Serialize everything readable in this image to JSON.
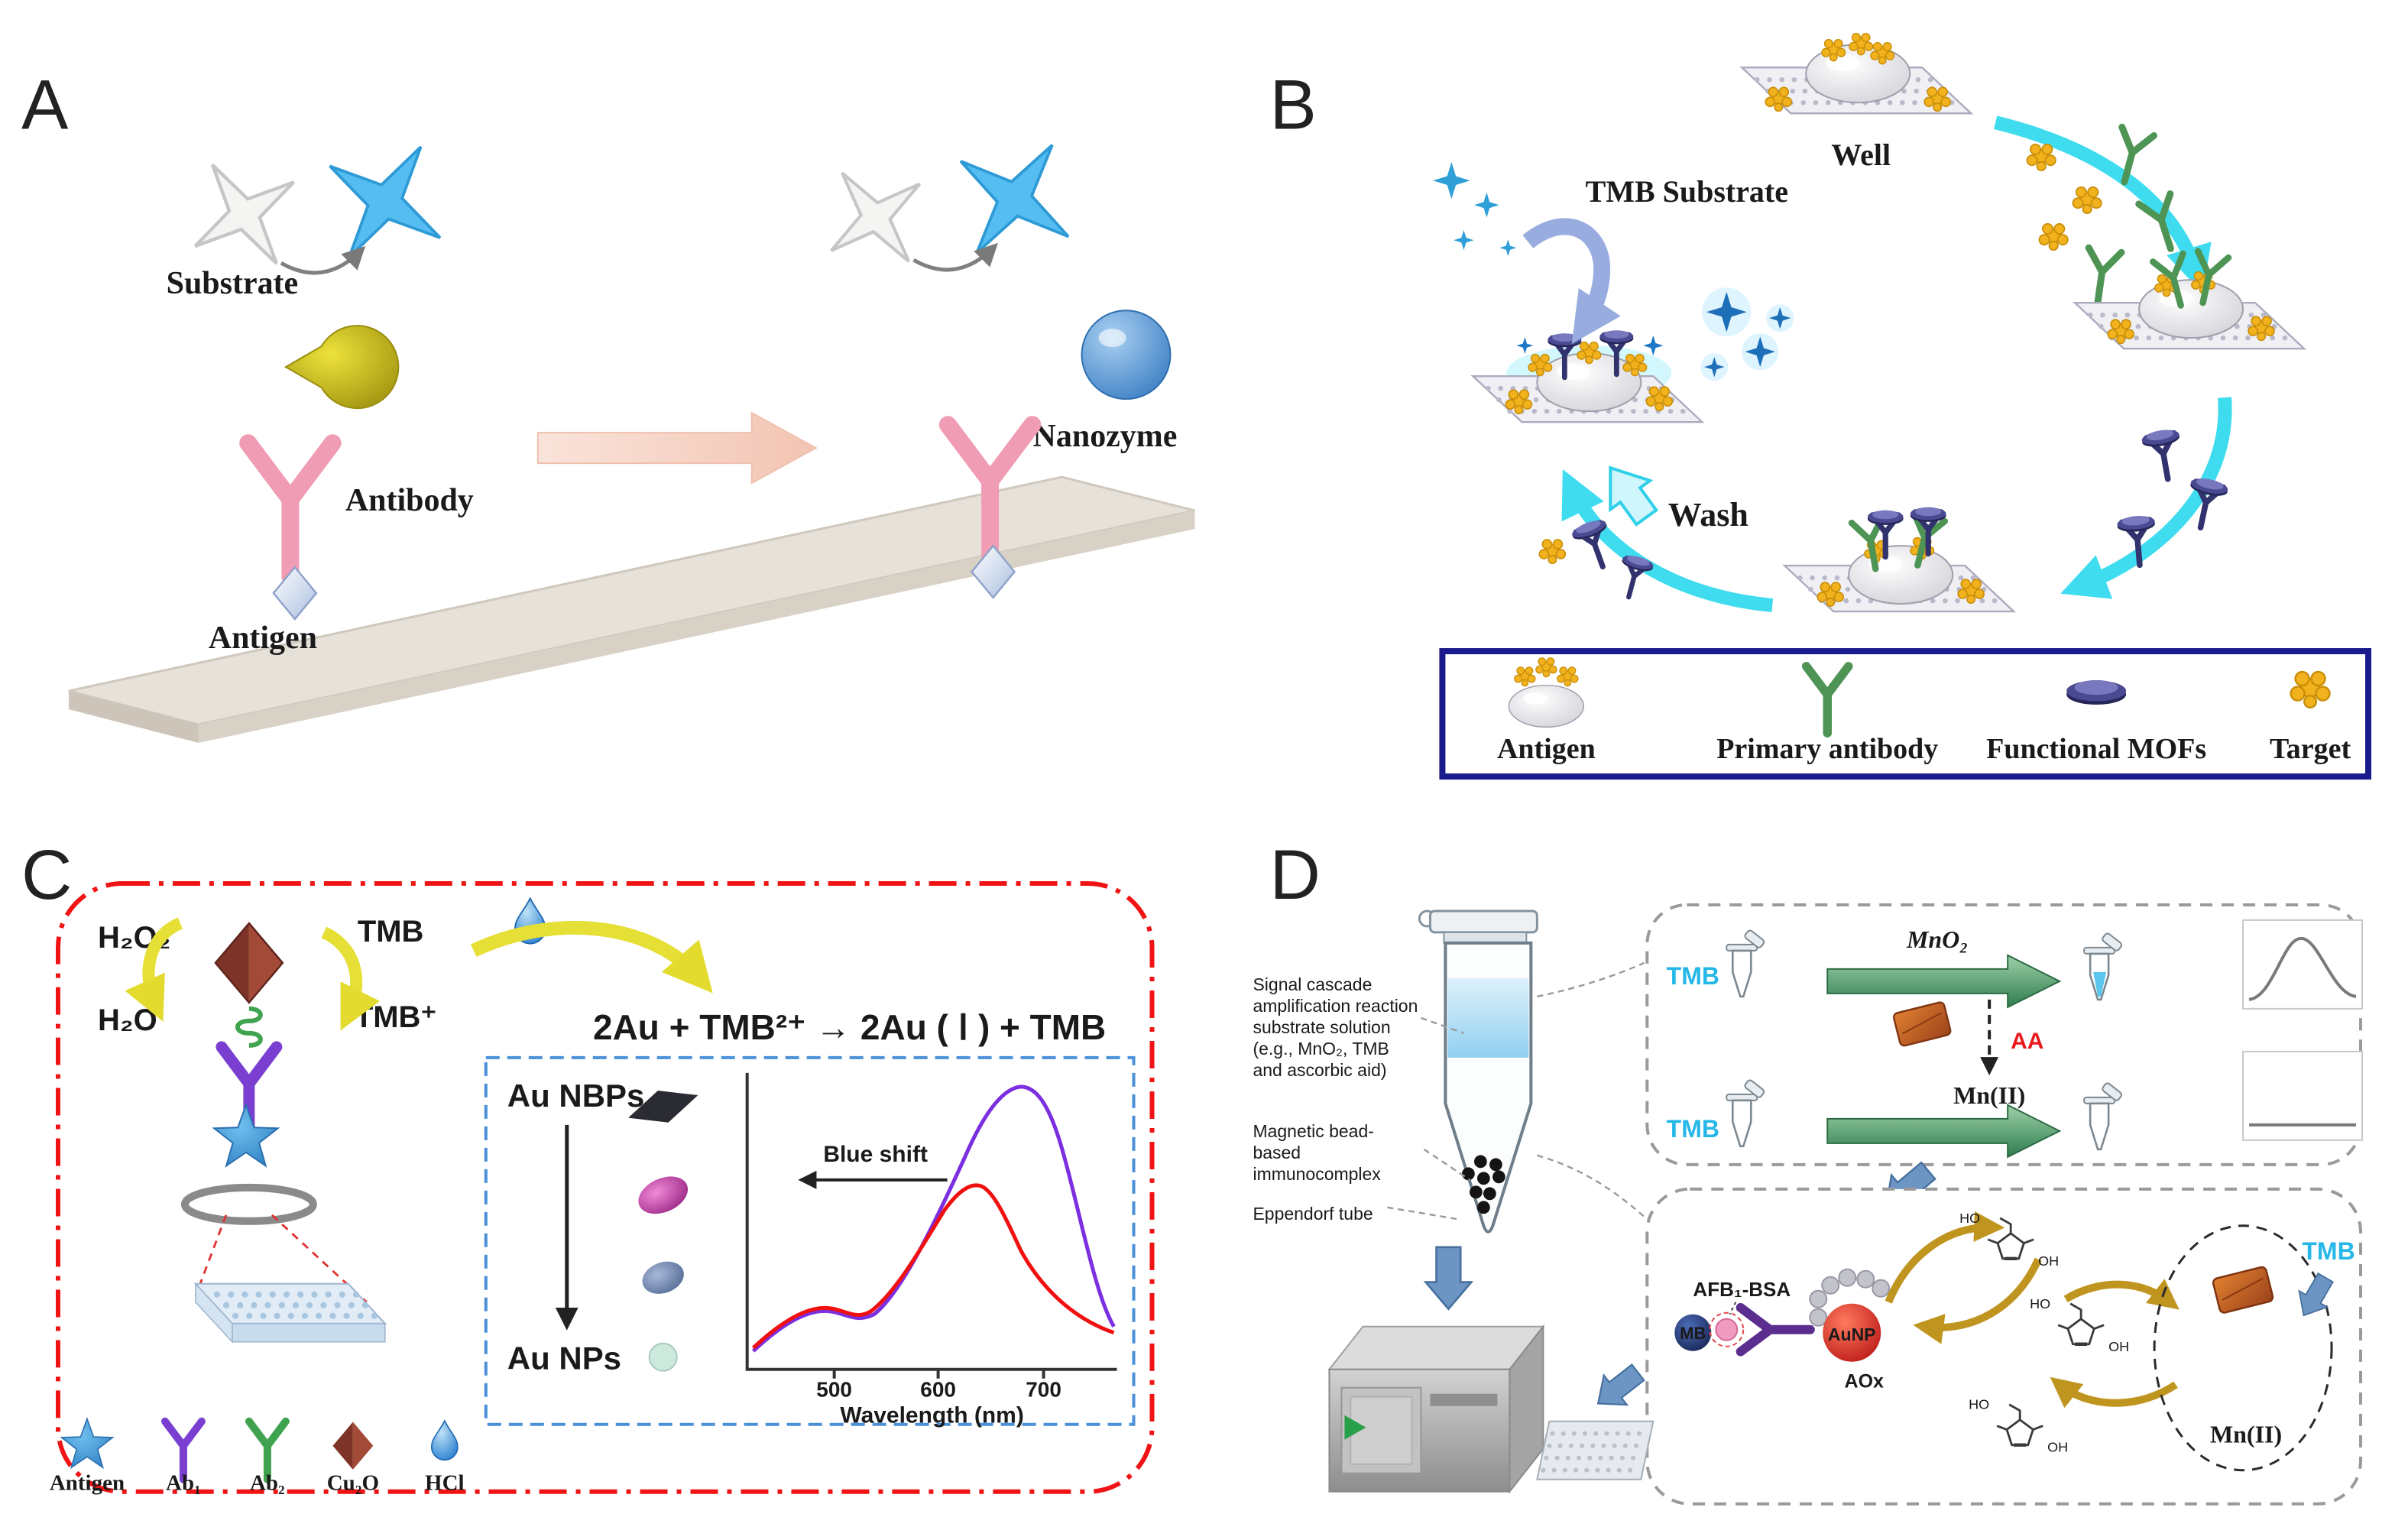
{
  "a": {
    "letter": "A",
    "substrate": "Substrate",
    "antibody": "Antibody",
    "antigen": "Antigen",
    "nanozyme": "Nanozyme"
  },
  "b": {
    "letter": "B",
    "well": "Well",
    "tmb_substrate": "TMB Substrate",
    "wash": "Wash",
    "legend_antigen": "Antigen",
    "legend_primary": "Primary antibody",
    "legend_mofs": "Functional MOFs",
    "legend_target": "Target"
  },
  "c": {
    "letter": "C",
    "h2o2": "H₂O₂",
    "tmb": "TMB",
    "h2o": "H₂O",
    "tmbp": "TMB⁺",
    "equation": "2Au + TMB²⁺ → 2Au ( Ⅰ ) + TMB",
    "au_nbps": "Au NBPs",
    "au_nps": "Au NPs",
    "blue_shift": "Blue shift",
    "xlabel": "Wavelength (nm)",
    "t500": "500",
    "t600": "600",
    "t700": "700",
    "leg_antigen": "Antigen",
    "leg_ab1": "Ab₁",
    "leg_ab2": "Ab₂",
    "leg_cu2o": "Cu₂O",
    "leg_hcl": "HCl"
  },
  "d": {
    "letter": "D",
    "sig1": "Signal cascade",
    "sig2": "amplification reaction",
    "sig3": "substrate solution",
    "sig4": "(e.g., MnO₂, TMB",
    "sig5": "and ascorbic aid)",
    "mag1": "Magnetic bead-",
    "mag2": "based",
    "mag3": "immunocomplex",
    "epp": "Eppendorf tube",
    "tmb": "TMB",
    "mno2": "MnO₂",
    "aa": "AA",
    "mn2": "Mn(II)",
    "afb": "AFB₁-BSA",
    "mb": "MB",
    "aunp": "AuNP",
    "aox": "AOx",
    "ho": "HO",
    "oh": "OH"
  },
  "colors": {
    "tmb_text": "#25B7E8",
    "aa_text": "#E8191C",
    "cycle_arrow_cyan": "#3FDCEF",
    "panel_c_border_red": "#F01414",
    "legend_border_navy": "#1A1A8C",
    "nbps_curve_purple": "#7B2FE0",
    "nps_curve_red": "#F01010",
    "gold_target": "#F2B21D",
    "green_arrow": "#2E7D4F"
  },
  "chart_data": {
    "type": "line",
    "title": "",
    "xlabel": "Wavelength (nm)",
    "ylabel": "",
    "xlim": [
      430,
      780
    ],
    "x_ticks": [
      500,
      600,
      700
    ],
    "grid": false,
    "legend_position": "none",
    "annotations": [
      "Blue shift"
    ],
    "series": [
      {
        "name": "Au NBPs (before etching)",
        "color": "#7B2FE0",
        "x": [
          440,
          470,
          500,
          520,
          545,
          570,
          600,
          630,
          655,
          672,
          690,
          710,
          740,
          770
        ],
        "y": [
          0.06,
          0.1,
          0.16,
          0.2,
          0.14,
          0.13,
          0.22,
          0.45,
          0.78,
          0.96,
          0.72,
          0.38,
          0.12,
          0.07
        ]
      },
      {
        "name": "Au NPs (after etching, blue-shifted)",
        "color": "#F01010",
        "x": [
          440,
          470,
          500,
          520,
          545,
          570,
          600,
          620,
          638,
          655,
          675,
          700,
          730,
          770
        ],
        "y": [
          0.06,
          0.09,
          0.15,
          0.19,
          0.13,
          0.12,
          0.28,
          0.48,
          0.6,
          0.48,
          0.3,
          0.15,
          0.08,
          0.05
        ]
      }
    ]
  }
}
